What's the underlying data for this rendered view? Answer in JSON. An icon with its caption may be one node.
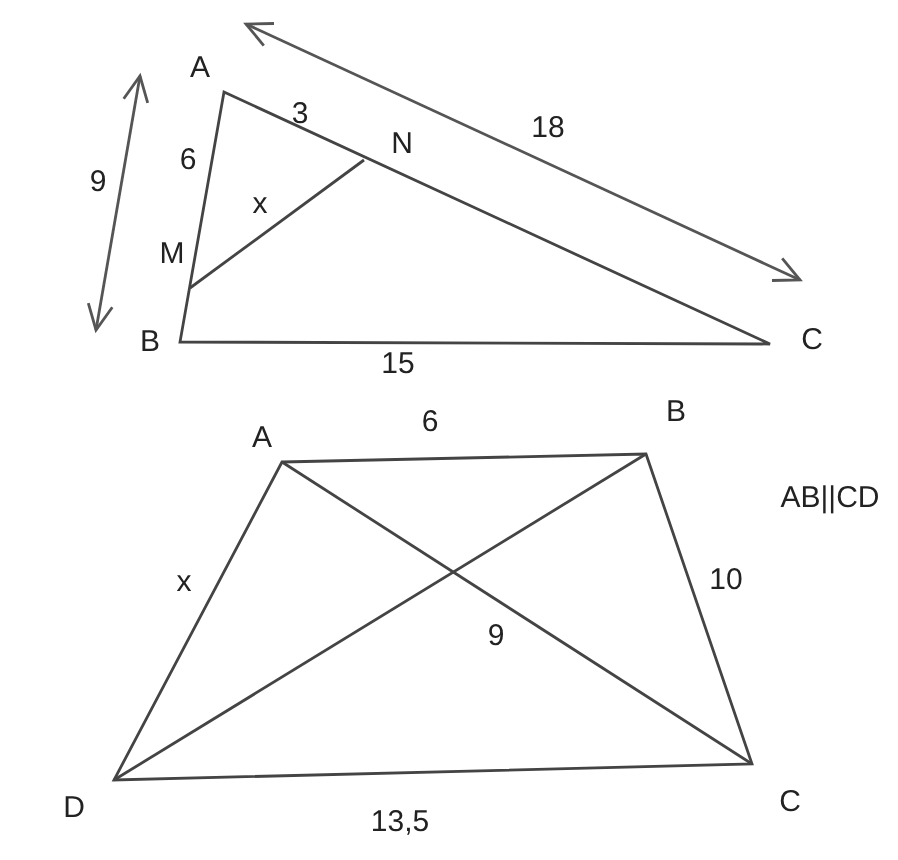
{
  "diagram": {
    "labels": [
      "A",
      "3",
      "18",
      "9",
      "6",
      "N",
      "x",
      "M",
      "B",
      "C",
      "15",
      "A",
      "6",
      "B",
      "AB||CD",
      "x",
      "10",
      "9",
      "D",
      "13,5",
      "C"
    ]
  }
}
